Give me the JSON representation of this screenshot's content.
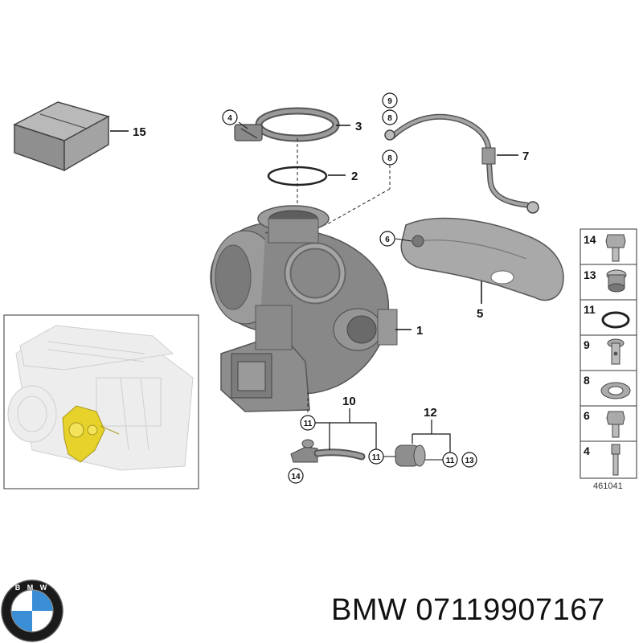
{
  "diagram": {
    "callouts": {
      "c1": "1",
      "c2": "2",
      "c3": "3",
      "c4": "4",
      "c5": "5",
      "c6": "6",
      "c7": "7",
      "c8a": "8",
      "c8b": "8",
      "c9": "9",
      "c10": "10",
      "c11a": "11",
      "c11b": "11",
      "c11c": "11",
      "c12": "12",
      "c13": "13",
      "c14": "14",
      "c15": "15"
    },
    "legend": [
      {
        "num": "14",
        "icon": "bolt-icon"
      },
      {
        "num": "13",
        "icon": "screen-filter-icon"
      },
      {
        "num": "11",
        "icon": "o-ring-icon"
      },
      {
        "num": "9",
        "icon": "banjo-bolt-icon"
      },
      {
        "num": "8",
        "icon": "sealing-washer-icon"
      },
      {
        "num": "6",
        "icon": "hex-bolt-icon"
      },
      {
        "num": "4",
        "icon": "stud-bolt-icon"
      }
    ],
    "diagram_code": "461041"
  },
  "footer": {
    "brand_logo": "BMW",
    "part_number": "BMW 07119907167"
  },
  "colors": {
    "part_gray": "#8c8c8c",
    "part_dark": "#5a5a5a",
    "highlight": "#e6d22a",
    "logo_blue": "#3a8ed6"
  }
}
